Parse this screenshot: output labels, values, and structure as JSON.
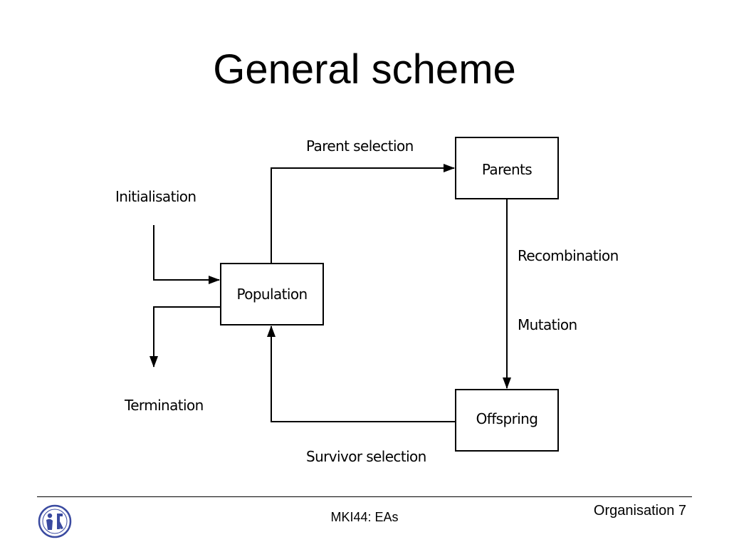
{
  "slide": {
    "title": "General scheme"
  },
  "diagram": {
    "nodes": {
      "parents": "Parents",
      "population": "Population",
      "offspring": "Offspring"
    },
    "edges": {
      "parent_selection": "Parent selection",
      "recombination": "Recombination",
      "mutation": "Mutation",
      "survivor_selection": "Survivor selection",
      "initialisation": "Initialisation",
      "termination": "Termination"
    }
  },
  "footer": {
    "center": "MKI44: EAs",
    "right": "Organisation 7"
  },
  "colors": {
    "logo_blue": "#3a4aa0",
    "stroke": "#000000"
  }
}
